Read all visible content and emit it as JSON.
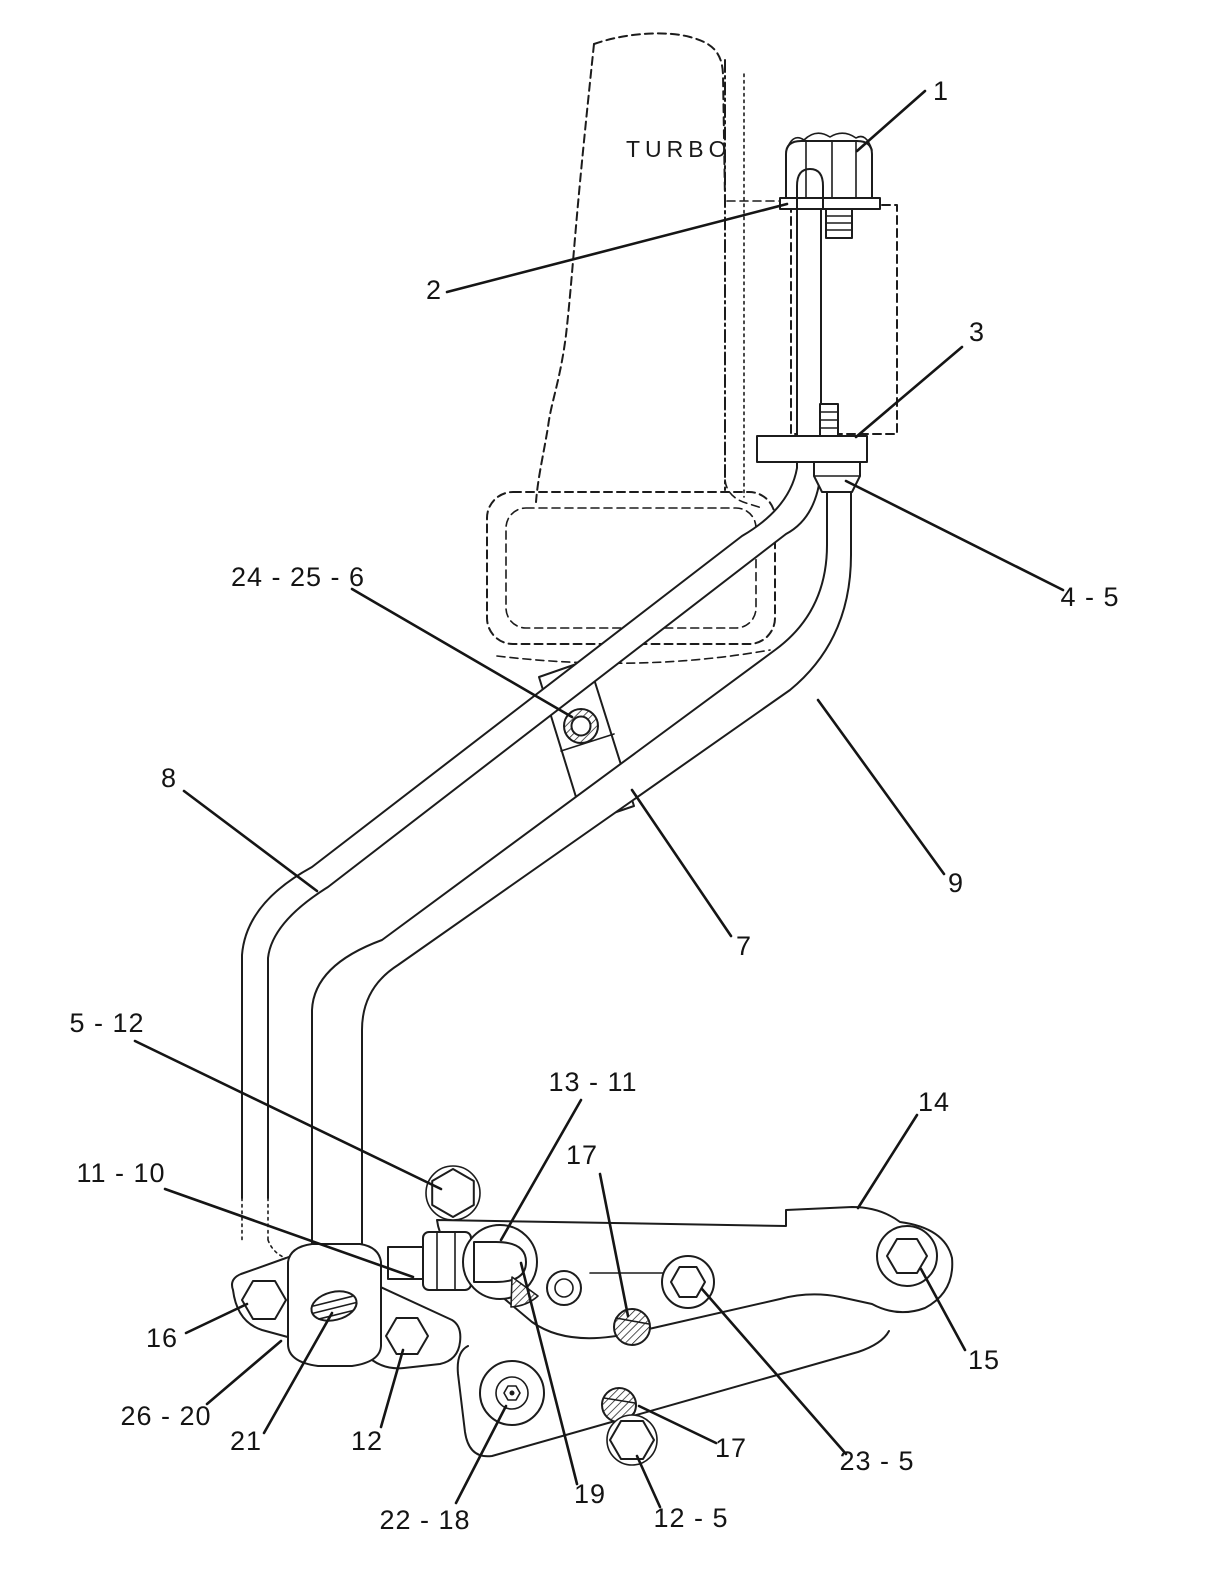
{
  "figure": {
    "component_label": "TURBO",
    "callouts": [
      {
        "ref": "1"
      },
      {
        "ref": "2"
      },
      {
        "ref": "3"
      },
      {
        "ref": "4 - 5"
      },
      {
        "ref": "24 - 25 - 6"
      },
      {
        "ref": "8"
      },
      {
        "ref": "9"
      },
      {
        "ref": "7"
      },
      {
        "ref": "5 - 12"
      },
      {
        "ref": "13 - 11"
      },
      {
        "ref": "17"
      },
      {
        "ref": "14"
      },
      {
        "ref": "11 - 10"
      },
      {
        "ref": "16"
      },
      {
        "ref": "26 - 20"
      },
      {
        "ref": "21"
      },
      {
        "ref": "12"
      },
      {
        "ref": "15"
      },
      {
        "ref": "22 - 18"
      },
      {
        "ref": "19"
      },
      {
        "ref": "12 - 5"
      },
      {
        "ref": "17"
      },
      {
        "ref": "23 - 5"
      }
    ],
    "colors": {
      "ink": "#1c1c1c",
      "paper": "#ffffff"
    }
  }
}
